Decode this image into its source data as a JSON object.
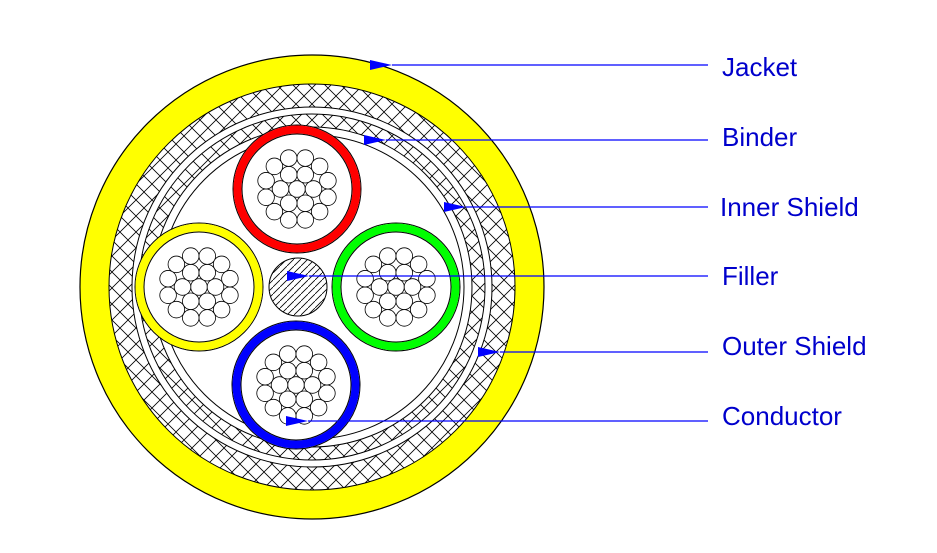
{
  "diagram": {
    "colors": {
      "jacket": "#ffff00",
      "outline": "#000000",
      "callout": "#0000ff",
      "label_text": "#0000cc",
      "conductor_red": "#ff0000",
      "conductor_green": "#00ff00",
      "conductor_blue": "#0000ff",
      "conductor_yellow": "#ffff00",
      "background": "#ffffff"
    },
    "labels": {
      "jacket": "Jacket",
      "binder": "Binder",
      "inner_shield": "Inner Shield",
      "filler": "Filler",
      "outer_shield": "Outer Shield",
      "conductor": "Conductor"
    },
    "conductors": [
      {
        "id": "red",
        "color": "#ff0000"
      },
      {
        "id": "green",
        "color": "#00ff00"
      },
      {
        "id": "blue",
        "color": "#0000ff"
      },
      {
        "id": "yellow",
        "color": "#ffff00"
      }
    ]
  }
}
